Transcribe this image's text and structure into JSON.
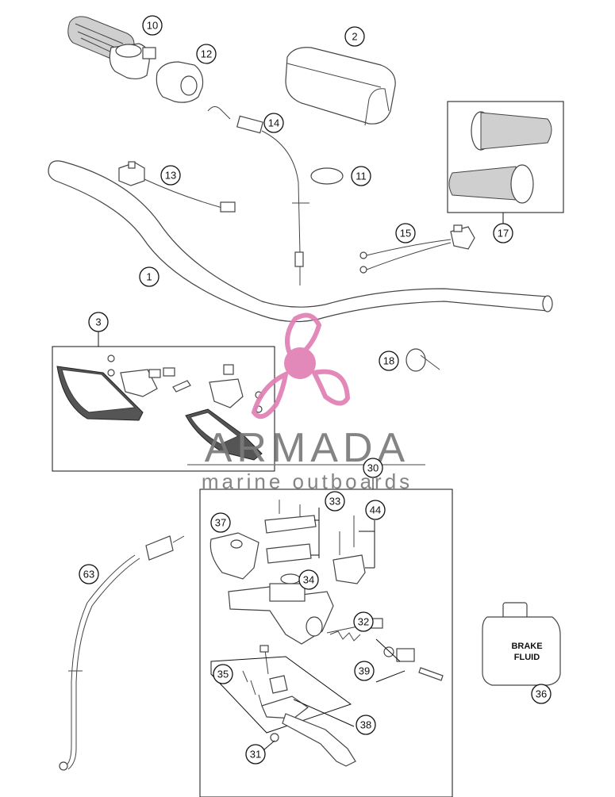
{
  "callouts": [
    {
      "id": "c10",
      "label": "10"
    },
    {
      "id": "c12",
      "label": "12"
    },
    {
      "id": "c2",
      "label": "2"
    },
    {
      "id": "c14",
      "label": "14"
    },
    {
      "id": "c11",
      "label": "11"
    },
    {
      "id": "c13",
      "label": "13"
    },
    {
      "id": "c17",
      "label": "17"
    },
    {
      "id": "c15",
      "label": "15"
    },
    {
      "id": "c1",
      "label": "1"
    },
    {
      "id": "c3",
      "label": "3"
    },
    {
      "id": "c18",
      "label": "18"
    },
    {
      "id": "c30",
      "label": "30"
    },
    {
      "id": "c33",
      "label": "33"
    },
    {
      "id": "c44",
      "label": "44"
    },
    {
      "id": "c37",
      "label": "37"
    },
    {
      "id": "c34",
      "label": "34"
    },
    {
      "id": "c63",
      "label": "63"
    },
    {
      "id": "c32",
      "label": "32"
    },
    {
      "id": "c39",
      "label": "39"
    },
    {
      "id": "c35",
      "label": "35"
    },
    {
      "id": "c38",
      "label": "38"
    },
    {
      "id": "c31",
      "label": "31"
    },
    {
      "id": "c36",
      "label": "36"
    }
  ],
  "bottle": {
    "line1": "BRAKE",
    "line2": "FLUID"
  },
  "watermark": {
    "title": "ARMADA",
    "subtitle": "marine outboards",
    "logo_color": "#e07fb4"
  }
}
